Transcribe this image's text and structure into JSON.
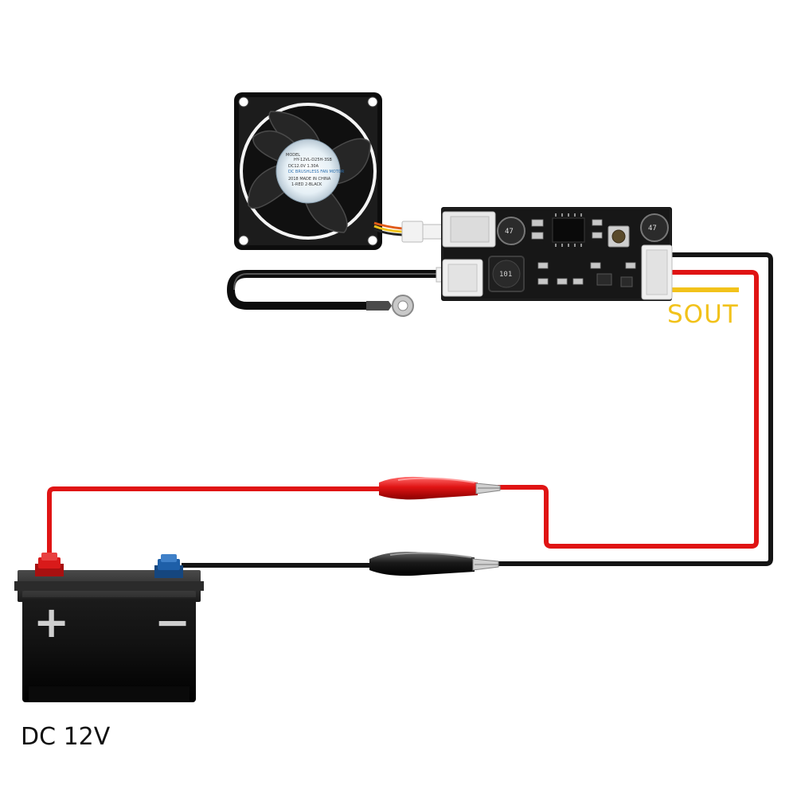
{
  "labels": {
    "sout": "SOUT",
    "battery_voltage": "DC 12V",
    "battery_plus": "+",
    "battery_minus": "−"
  },
  "fan_sticker": {
    "line1": "MODEL",
    "line2": "HY-12VL-D25H-3SB",
    "line3": "DC12.0V        1.30A",
    "line4": "DC BRUSHLESS FAN MOTOR",
    "line5": "2018    MADE IN CHINA",
    "line6": "1-RED  2-BLACK"
  },
  "pcb_markings": {
    "inductor": "101",
    "cap_left": "47",
    "cap_right": "47"
  },
  "colors": {
    "wire_red": "#e01414",
    "wire_black": "#141414",
    "sout_yellow": "#f2c21b",
    "battery_body": "#1a1a1a",
    "terminal_red": "#d91a1a",
    "terminal_blue": "#1e5fa8",
    "pcb": "#111111"
  },
  "components": {
    "fan": "cooling-fan",
    "module": "fan-controller-board",
    "sensor": "temperature-probe",
    "battery": "battery-12v",
    "clip_red": "alligator-clip-red",
    "clip_black": "alligator-clip-black"
  }
}
